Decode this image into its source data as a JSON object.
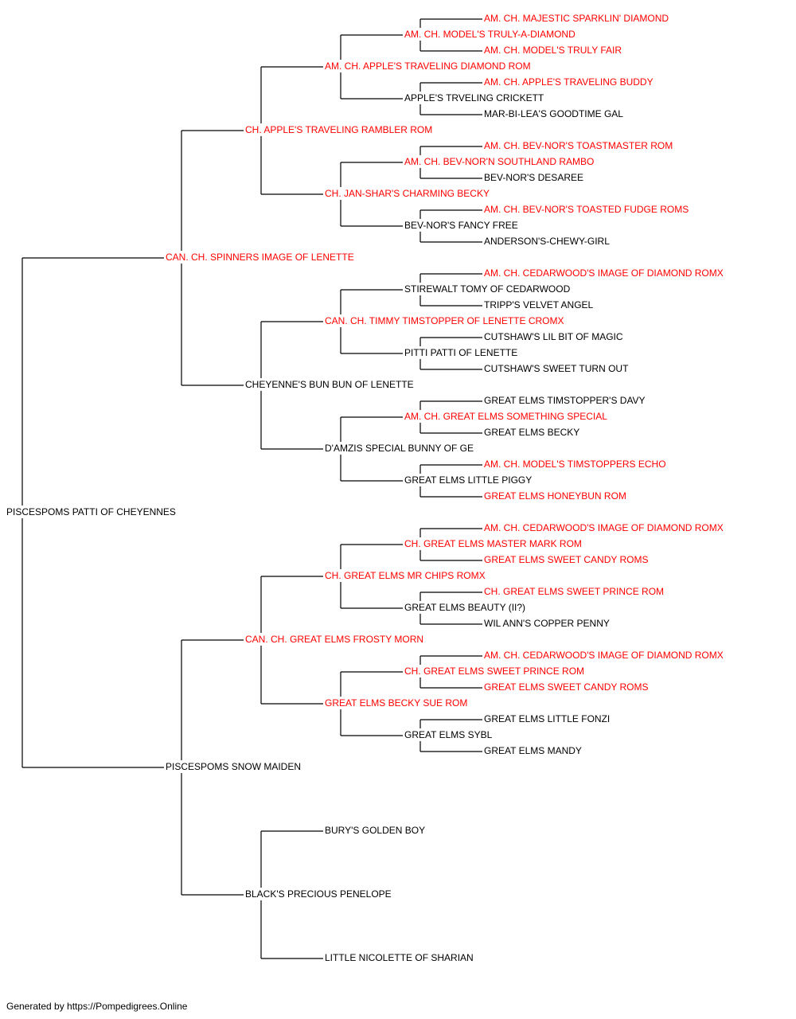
{
  "colors": {
    "champion": "#ff0000",
    "normal": "#000000",
    "line": "#000000"
  },
  "pedigree": {
    "name": "PISCESPOMS PATTI OF CHEYENNES",
    "color": "black",
    "sire": {
      "name": "CAN. CH. SPINNERS IMAGE OF LENETTE",
      "color": "red",
      "sire": {
        "name": "CH. APPLE'S TRAVELING RAMBLER ROM",
        "color": "red",
        "sire": {
          "name": "AM. CH. APPLE'S TRAVELING DIAMOND ROM",
          "color": "red",
          "sire": {
            "name": "AM. CH. MODEL'S TRULY-A-DIAMOND",
            "color": "red",
            "sire": {
              "name": "AM. CH. MAJESTIC SPARKLIN' DIAMOND",
              "color": "red"
            },
            "dam": {
              "name": "AM. CH. MODEL'S TRULY FAIR",
              "color": "red"
            }
          },
          "dam": {
            "name": "APPLE'S TRVELING CRICKETT",
            "color": "black",
            "sire": {
              "name": "AM. CH. APPLE'S TRAVELING BUDDY",
              "color": "red"
            },
            "dam": {
              "name": "MAR-BI-LEA'S GOODTIME GAL",
              "color": "black"
            }
          }
        },
        "dam": {
          "name": "CH. JAN-SHAR'S CHARMING BECKY",
          "color": "red",
          "sire": {
            "name": "AM. CH. BEV-NOR'N SOUTHLAND RAMBO",
            "color": "red",
            "sire": {
              "name": "AM. CH. BEV-NOR'S TOASTMASTER ROM",
              "color": "red"
            },
            "dam": {
              "name": "BEV-NOR'S DESAREE",
              "color": "black"
            }
          },
          "dam": {
            "name": "BEV-NOR'S FANCY FREE",
            "color": "black",
            "sire": {
              "name": "AM. CH. BEV-NOR'S TOASTED FUDGE ROMS",
              "color": "red"
            },
            "dam": {
              "name": "ANDERSON'S-CHEWY-GIRL",
              "color": "black"
            }
          }
        }
      },
      "dam": {
        "name": "CHEYENNE'S BUN BUN OF LENETTE",
        "color": "black",
        "sire": {
          "name": "CAN. CH. TIMMY TIMSTOPPER OF LENETTE CROMX",
          "color": "red",
          "sire": {
            "name": "STIREWALT TOMY OF CEDARWOOD",
            "color": "black",
            "sire": {
              "name": "AM. CH. CEDARWOOD'S IMAGE OF DIAMOND ROMX",
              "color": "red"
            },
            "dam": {
              "name": "TRIPP'S VELVET ANGEL",
              "color": "black"
            }
          },
          "dam": {
            "name": "PITTI PATTI OF LENETTE",
            "color": "black",
            "sire": {
              "name": "CUTSHAW'S LIL BIT OF MAGIC",
              "color": "black"
            },
            "dam": {
              "name": "CUTSHAW'S SWEET TURN OUT",
              "color": "black"
            }
          }
        },
        "dam": {
          "name": "D'AMZIS SPECIAL BUNNY OF GE",
          "color": "black",
          "sire": {
            "name": "AM. CH. GREAT ELMS SOMETHING SPECIAL",
            "color": "red",
            "sire": {
              "name": "GREAT ELMS TIMSTOPPER'S DAVY",
              "color": "black"
            },
            "dam": {
              "name": "GREAT ELMS BECKY",
              "color": "black"
            }
          },
          "dam": {
            "name": "GREAT ELMS LITTLE PIGGY",
            "color": "black",
            "sire": {
              "name": "AM. CH. MODEL'S TIMSTOPPERS ECHO",
              "color": "red"
            },
            "dam": {
              "name": "GREAT ELMS HONEYBUN ROM",
              "color": "red"
            }
          }
        }
      }
    },
    "dam": {
      "name": "PISCESPOMS SNOW MAIDEN",
      "color": "black",
      "sire": {
        "name": "CAN. CH. GREAT ELMS FROSTY MORN",
        "color": "red",
        "sire": {
          "name": "CH. GREAT ELMS MR CHIPS ROMX",
          "color": "red",
          "sire": {
            "name": "CH. GREAT ELMS MASTER MARK ROM",
            "color": "red",
            "sire": {
              "name": "AM. CH. CEDARWOOD'S IMAGE OF DIAMOND ROMX",
              "color": "red"
            },
            "dam": {
              "name": "GREAT ELMS SWEET CANDY ROMS",
              "color": "red"
            }
          },
          "dam": {
            "name": "GREAT ELMS BEAUTY (II?)",
            "color": "black",
            "sire": {
              "name": "CH. GREAT ELMS SWEET PRINCE ROM",
              "color": "red"
            },
            "dam": {
              "name": "WIL ANN'S COPPER PENNY",
              "color": "black"
            }
          }
        },
        "dam": {
          "name": "GREAT ELMS BECKY SUE ROM",
          "color": "red",
          "sire": {
            "name": "CH. GREAT ELMS SWEET PRINCE ROM",
            "color": "red",
            "sire": {
              "name": "AM. CH. CEDARWOOD'S IMAGE OF DIAMOND ROMX",
              "color": "red"
            },
            "dam": {
              "name": "GREAT ELMS SWEET CANDY ROMS",
              "color": "red"
            }
          },
          "dam": {
            "name": "GREAT ELMS SYBL",
            "color": "black",
            "sire": {
              "name": "GREAT ELMS LITTLE FONZI",
              "color": "black"
            },
            "dam": {
              "name": "GREAT ELMS MANDY",
              "color": "black"
            }
          }
        }
      },
      "dam": {
        "name": "BLACK'S PRECIOUS PENELOPE",
        "color": "black",
        "sire": {
          "name": "BURY'S GOLDEN BOY",
          "color": "black"
        },
        "dam": {
          "name": "LITTLE NICOLETTE OF SHARIAN",
          "color": "black"
        }
      }
    }
  },
  "footer": {
    "text": "Generated by https://Pompedigrees.Online"
  }
}
